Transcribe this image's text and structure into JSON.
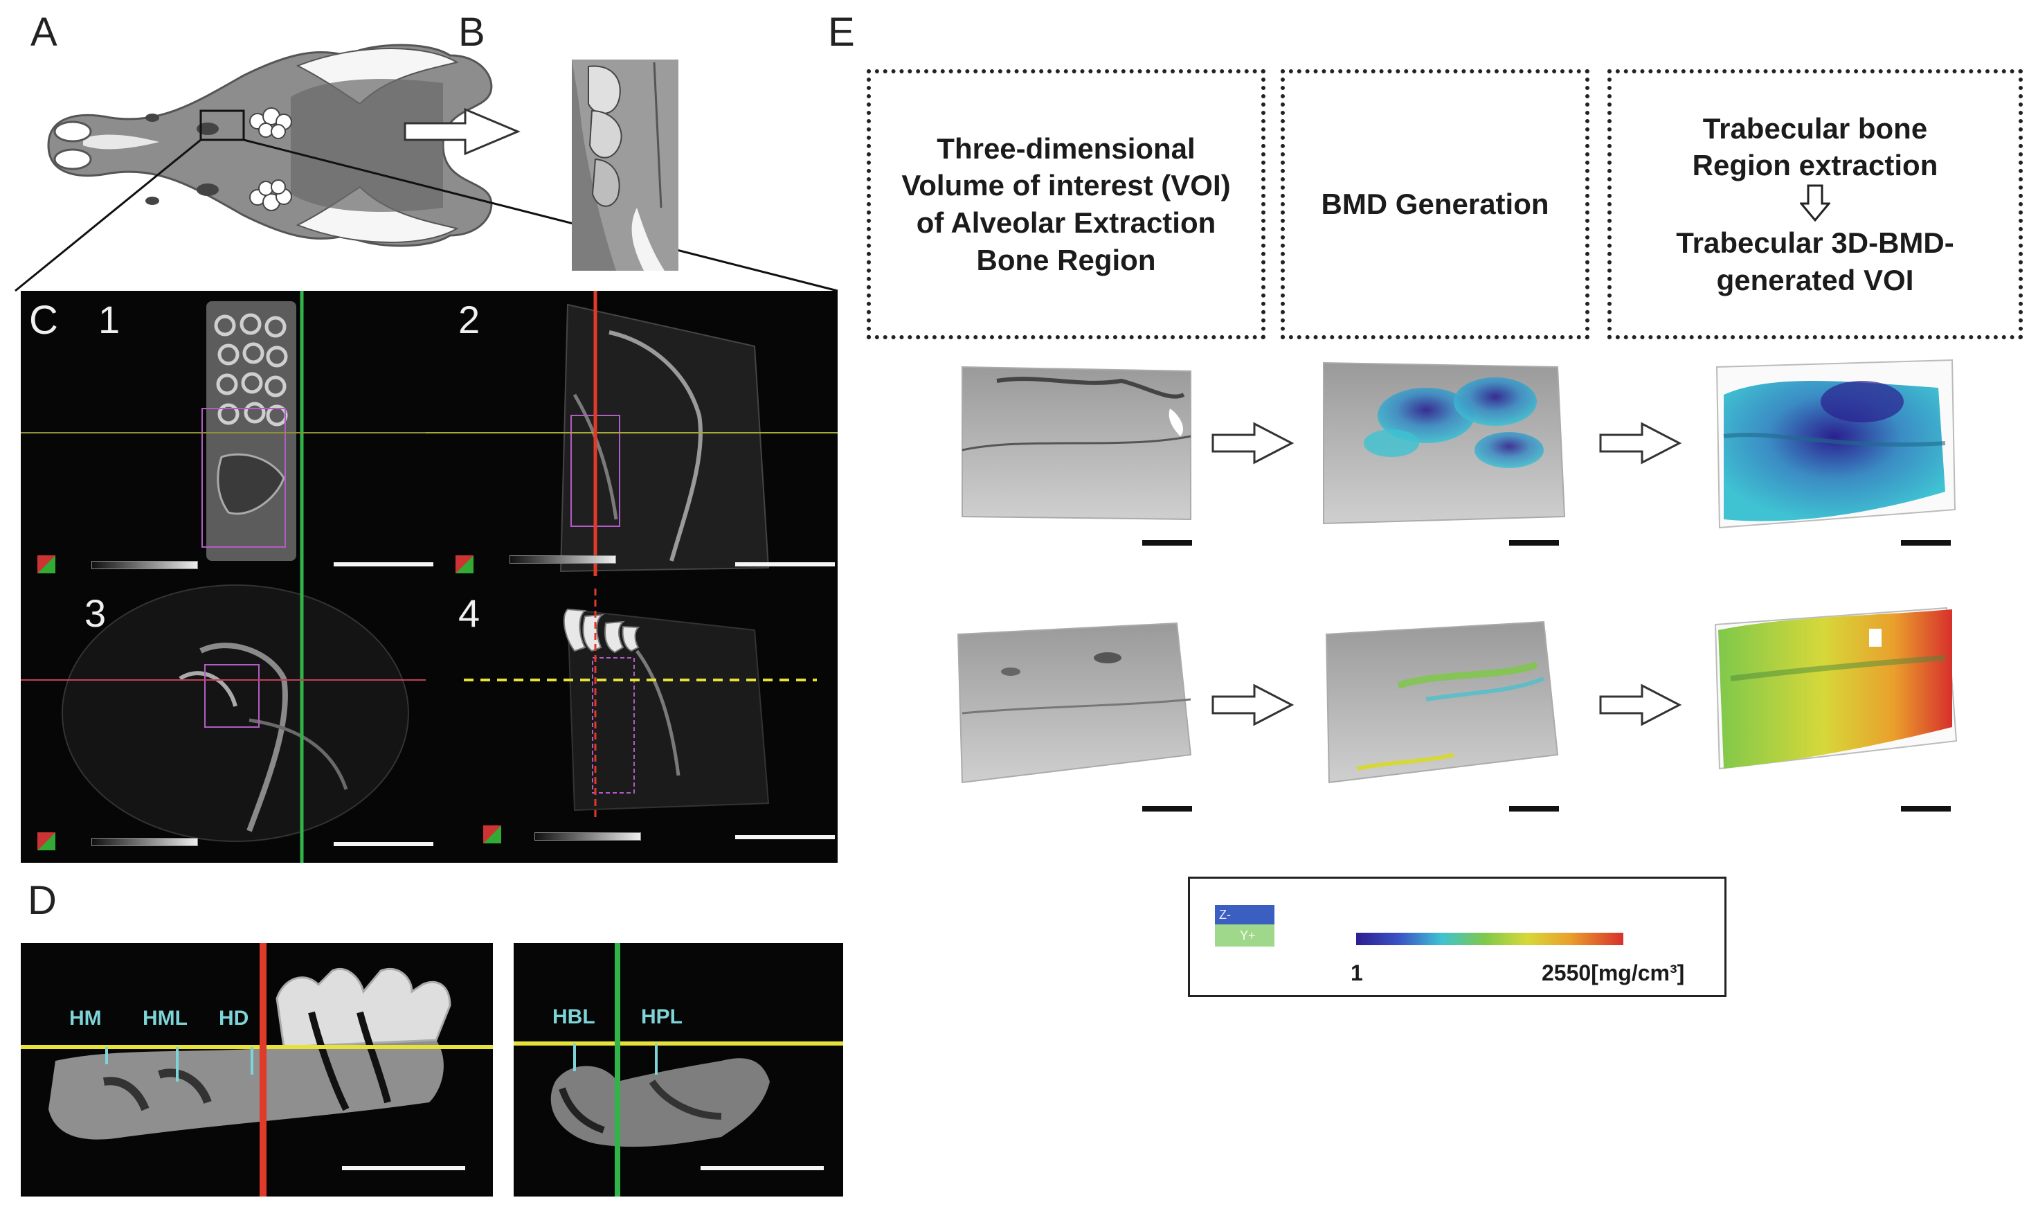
{
  "panels": {
    "a": "A",
    "b": "B",
    "c": "C",
    "d": "D",
    "e": "E"
  },
  "panel_c": {
    "quadrants": [
      "1",
      "2",
      "3",
      "4"
    ]
  },
  "panel_d": {
    "left_labels": [
      "HM",
      "HML",
      "HD"
    ],
    "right_labels": [
      "HBL",
      "HPL"
    ]
  },
  "panel_e": {
    "boxes": [
      [
        "Three-dimensional",
        "Volume of interest (VOI)",
        "of Alveolar Extraction",
        "Bone Region"
      ],
      [
        "BMD Generation"
      ],
      [
        "Trabecular bone",
        "Region extraction"
      ]
    ],
    "box3_bottom": [
      "Trabecular 3D-BMD-",
      "generated VOI"
    ],
    "legend": {
      "min": "1",
      "max": "2550[mg/cm³]",
      "axis_z": "Z-",
      "axis_y": "Y+",
      "colors": [
        "#2b1f8f",
        "#3b53c4",
        "#3fc2d2",
        "#7fc84b",
        "#d6d83a",
        "#e9a02c",
        "#d8302c"
      ]
    }
  },
  "colors": {
    "crosshair_green": "#31b34a",
    "crosshair_red": "#e03a2a",
    "crosshair_yellow": "#e6e23a",
    "crosshair_olive": "#8f8f3a",
    "roi_magenta": "#b25cc7",
    "label_cyan": "#7fd4d8"
  }
}
